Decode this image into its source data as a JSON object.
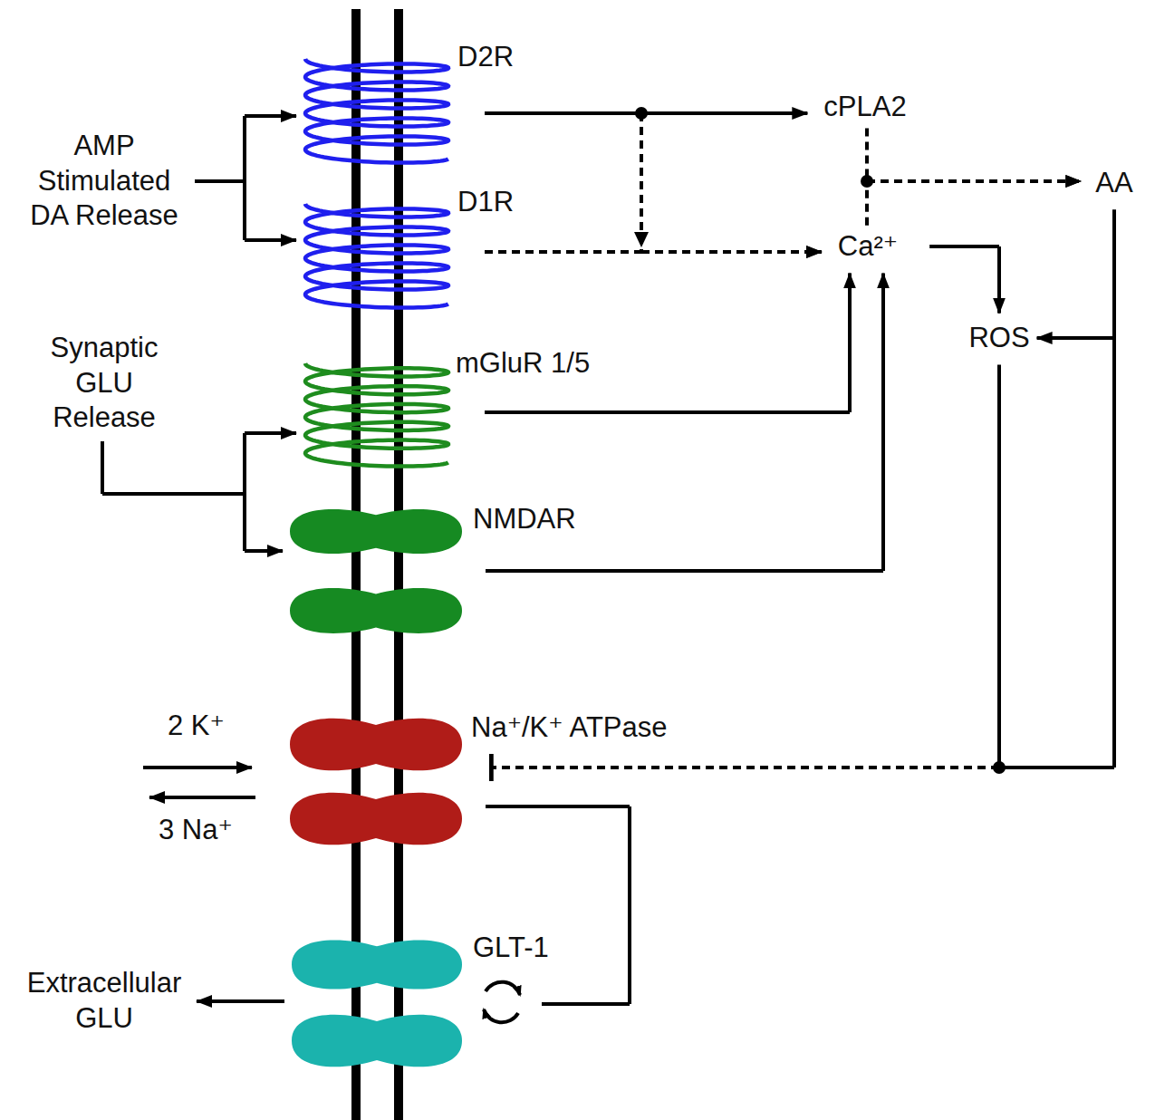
{
  "diagram": {
    "nodes": [
      {
        "text": [
          "AMP Stimulated DA Release"
        ]
      },
      {
        "text": [
          "D2R"
        ]
      },
      {
        "text": [
          "D1R"
        ]
      },
      {
        "text": [
          "cPLA2"
        ]
      },
      {
        "text": [
          "Ca²⁺"
        ]
      },
      {
        "text": [
          "AA"
        ]
      },
      {
        "text": [
          "Synaptic GLU Release"
        ]
      },
      {
        "text": [
          "mGluR 1/5"
        ]
      },
      {
        "text": [
          "NMDAR"
        ]
      },
      {
        "text": [
          "ROS"
        ]
      },
      {
        "text": [
          "Na⁺/K⁺ ATPase"
        ]
      },
      {
        "text": [
          "GLT-1"
        ]
      },
      {
        "text": [
          "Extracellular GLU"
        ]
      }
    ],
    "edges": [
      {
        "from": 0,
        "to": 1,
        "arrow": "to"
      },
      {
        "from": 0,
        "to": 2,
        "arrow": "to"
      },
      {
        "from": 1,
        "to": 3,
        "arrow": "to"
      },
      {
        "from": 1,
        "to": 4,
        "arrow": "to"
      },
      {
        "from": 2,
        "to": 4,
        "arrow": "to"
      },
      {
        "from": 3,
        "to": 5,
        "arrow": "to"
      },
      {
        "from": 4,
        "to": 5,
        "arrow": "to"
      },
      {
        "from": 6,
        "to": 7,
        "arrow": "to"
      },
      {
        "from": 6,
        "to": 8,
        "arrow": "to"
      },
      {
        "from": 7,
        "to": 4,
        "arrow": "to"
      },
      {
        "from": 8,
        "to": 4,
        "arrow": "to"
      },
      {
        "from": 4,
        "to": 9,
        "arrow": "to"
      },
      {
        "from": 5,
        "to": 9,
        "arrow": "to"
      },
      {
        "from": 9,
        "to": 10,
        "arrow": "to"
      },
      {
        "from": 5,
        "to": 10,
        "arrow": "to"
      },
      {
        "from": 10,
        "to": 11,
        "arrow": "none"
      },
      {
        "from": 11,
        "to": 12,
        "arrow": "to"
      }
    ],
    "labels": [
      "2 K⁺",
      "3 Na⁺"
    ]
  }
}
